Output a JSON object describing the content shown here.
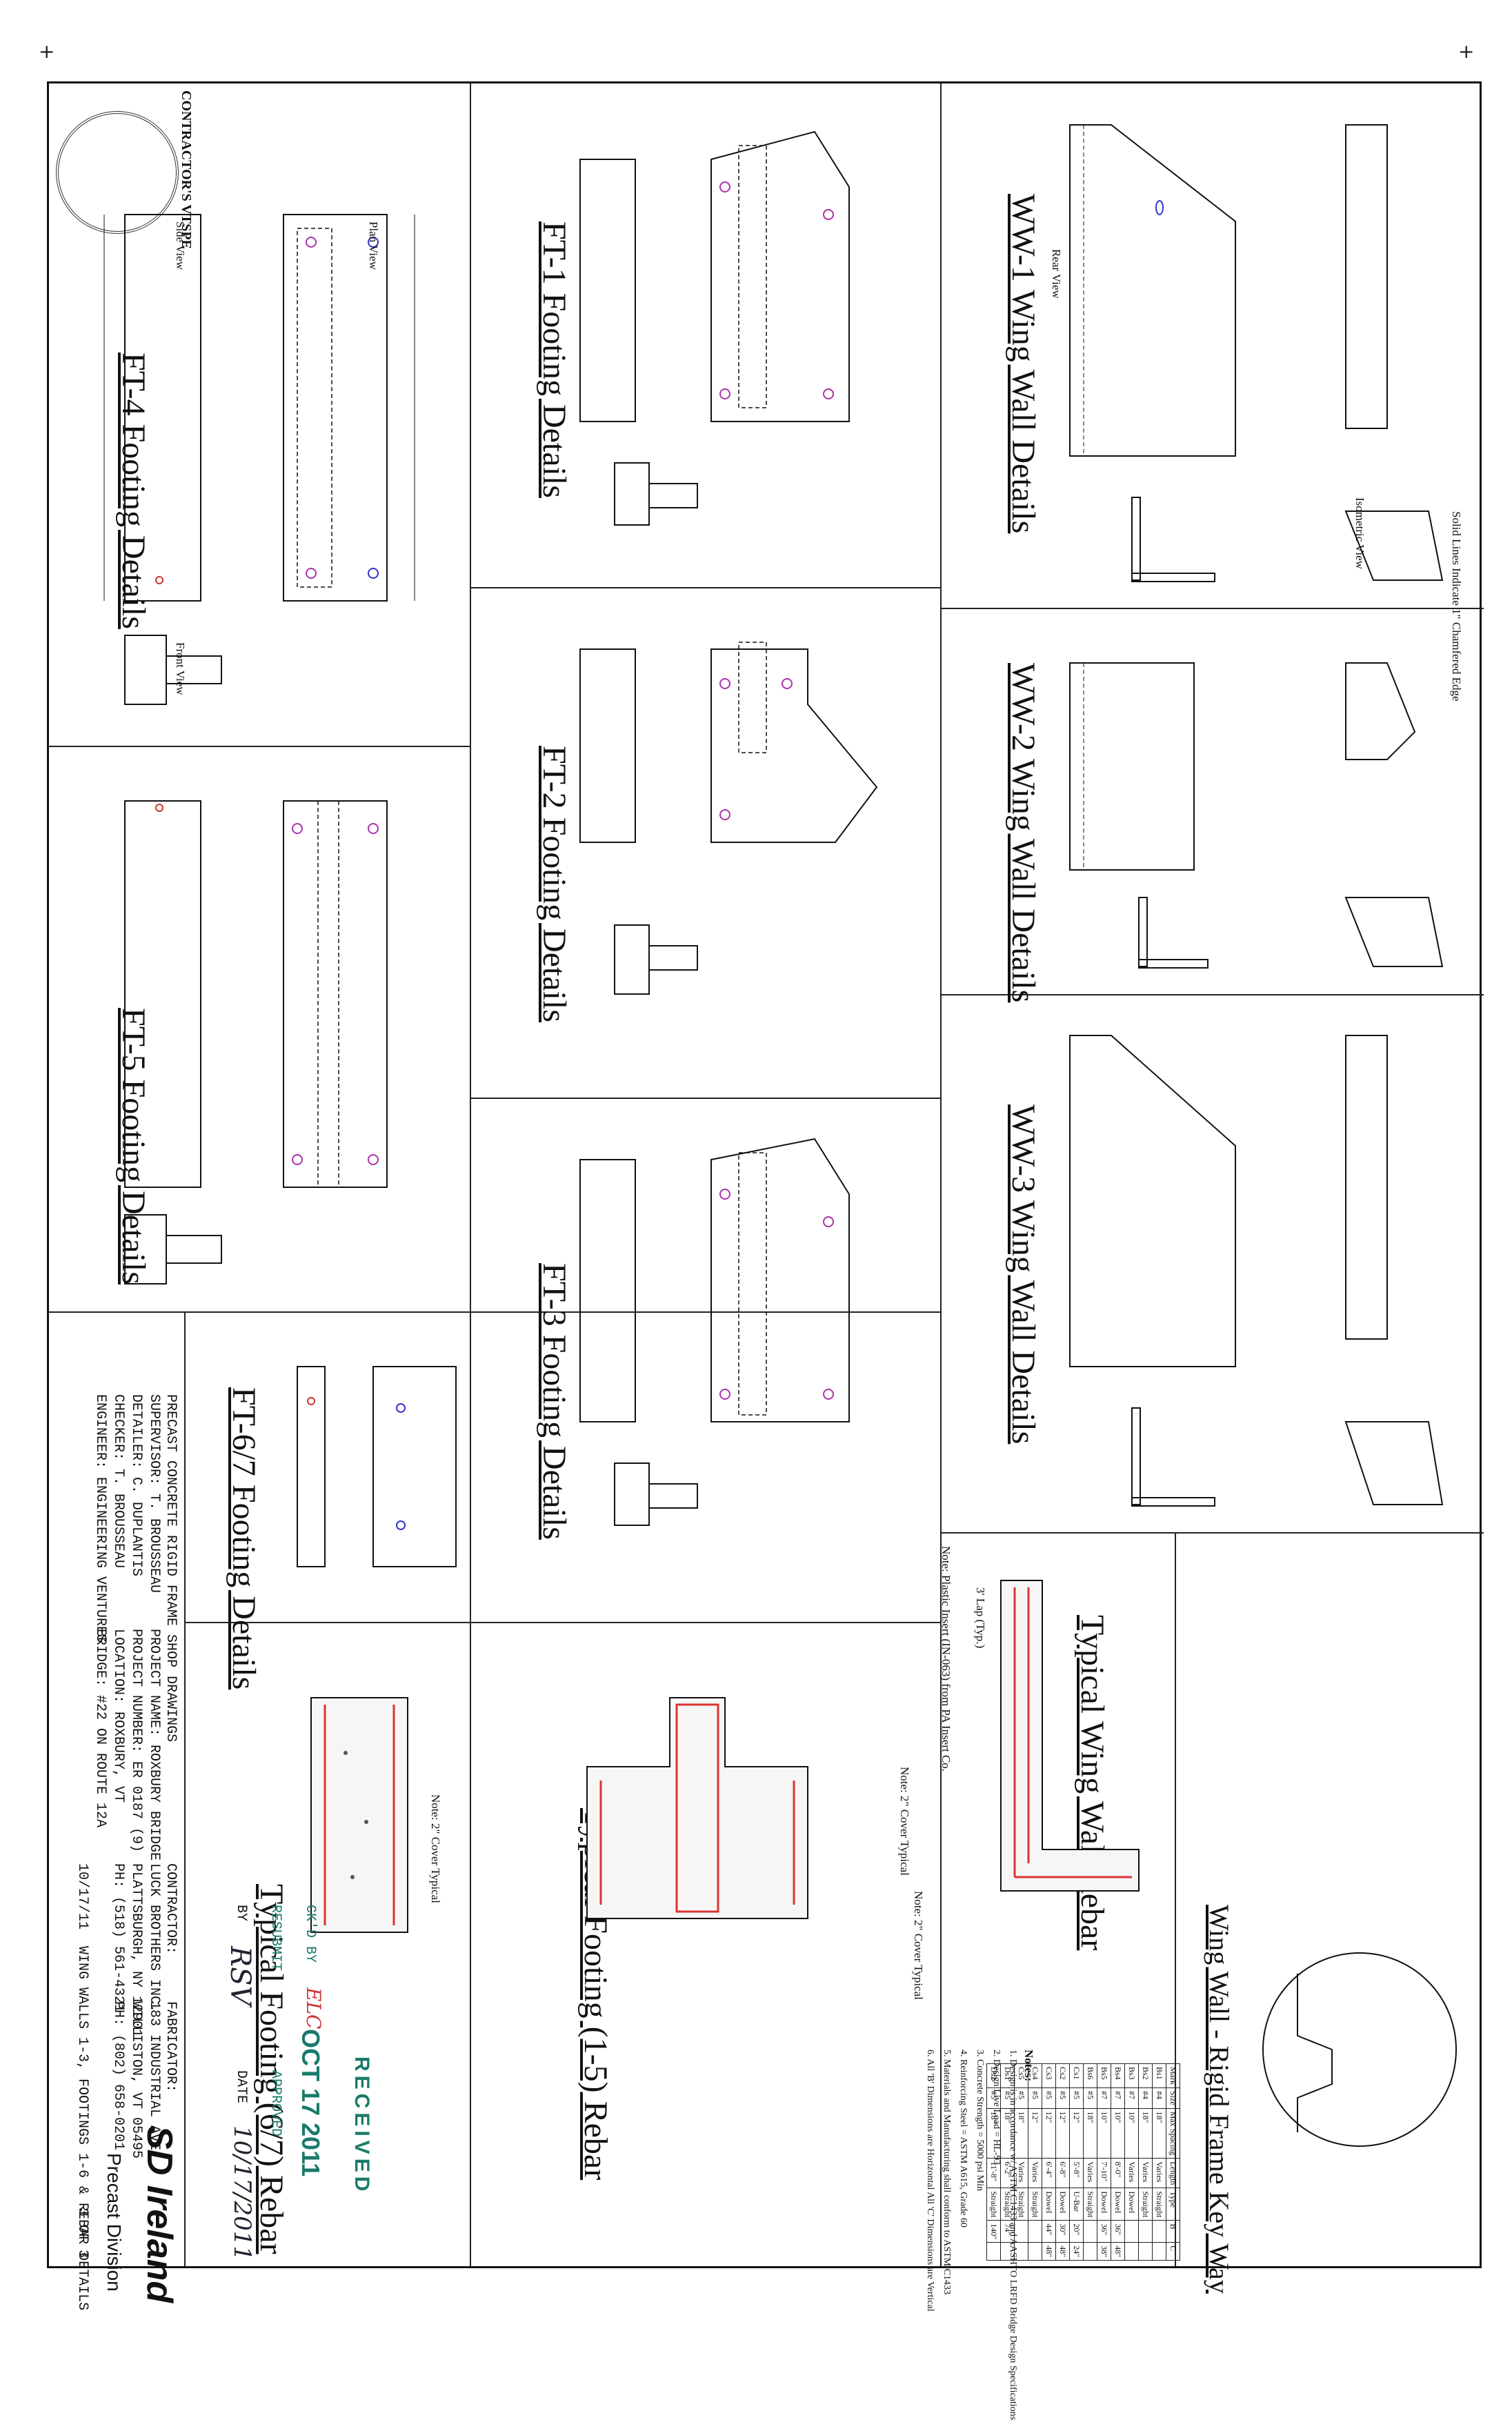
{
  "contractor_stamp": "CONTRACTOR'S VTSPE",
  "titles": {
    "ft4": "FT-4 Footing Details",
    "ft5": "FT-5 Footing Details",
    "ft1": "FT-1 Footing Details",
    "ft2": "FT-2 Footing Details",
    "ft3": "FT-3 Footing Details",
    "ft67": "FT-6/7 Footing Details",
    "ft67_rebar": "Typical Footing (6/7) Rebar",
    "ft15_rebar": "Typical Footing (1-5) Rebar",
    "ww1": "WW-1 Wing Wall Details",
    "ww2": "WW-2 Wing Wall Details",
    "ww3": "WW-3 Wing Wall Details",
    "ww_rebar": "Typical Wing Wall Rebar",
    "keyway": "Wing Wall - Rigid Frame Key Way"
  },
  "notes": {
    "plastic_inserts": "Note: Plastic Insert (IN-063) from PA Insert Co.",
    "cover_typical": "Note: 2\" Cover Typical",
    "lap": "3' Lap (Typ.)",
    "solid_lines": "Solid Lines Indicate 1\" Chamfered Edge",
    "notes_header": "Notes:",
    "notes_list": [
      "1. Design is in accordance w/ ASTM C1433 and AASHTO LRFD Bridge Design Specifications",
      "2. Design Live Load = HL-93",
      "3. Concrete Strength = 5000 psi Min",
      "4. Reinforcing Steel = ASTM A615, Grade 60",
      "5. Materials and Manufacturing shall conform to ASTM C1433",
      "6. All 'B' Dimensions are Horizontal All 'C' Dimensions are Vertical"
    ]
  },
  "rebar_table": {
    "headers": [
      "Mark",
      "Size",
      "Max Spacing",
      "Length",
      "Type",
      "B",
      "C"
    ],
    "rows": [
      [
        "Bs1",
        "#4",
        "18\"",
        "Varies",
        "Straight",
        "",
        ""
      ],
      [
        "Bs2",
        "#4",
        "18\"",
        "Varies",
        "Straight",
        "",
        ""
      ],
      [
        "Bs3",
        "#7",
        "10\"",
        "Varies",
        "Dowel",
        "",
        ""
      ],
      [
        "Bs4",
        "#7",
        "10\"",
        "8'-0\"",
        "Dowel",
        "36\"",
        "48\""
      ],
      [
        "Bs5",
        "#7",
        "10\"",
        "7'-10\"",
        "Dowel",
        "36\"",
        "38\""
      ],
      [
        "Bs6",
        "#5",
        "18\"",
        "Varies",
        "Straight",
        "",
        ""
      ],
      [
        "Cs1",
        "#5",
        "12\"",
        "5'-8\"",
        "U-Bar",
        "20\"",
        "24\""
      ],
      [
        "Cs2",
        "#5",
        "12\"",
        "6'-8\"",
        "Dowel",
        "30\"",
        "48\""
      ],
      [
        "Cs3",
        "#5",
        "12\"",
        "6'-4\"",
        "Dowel",
        "44\"",
        "48\""
      ],
      [
        "Cs4",
        "#5",
        "12\"",
        "Varies",
        "Straight",
        "",
        ""
      ],
      [
        "Cs5",
        "#5",
        "18\"",
        "Varies",
        "Straight",
        "",
        ""
      ],
      [
        "Ds1",
        "#5",
        "18\"",
        "6'-2\"",
        "Straight",
        "74\"",
        ""
      ],
      [
        "Ds2",
        "#5",
        "18\"",
        "11'-8\"",
        "Straight",
        "140\"",
        ""
      ]
    ]
  },
  "title_block": {
    "heading": "PRECAST CONCRETE RIGID FRAME SHOP DRAWINGS",
    "supervisor": "SUPERVISOR: T. BROUSSEAU",
    "detailer": "DETAILER: C. DUPLANTIS",
    "checker": "CHECKER: T. BROUSSEAU",
    "engineer": "ENGINEER: ENGINEERING VENTURES",
    "project_name": "PROJECT NAME: ROXBURY BRIDGE",
    "project_number": "PROJECT NUMBER: ER 0187 (9)",
    "location": "LOCATION: ROXBURY, VT",
    "bridge": "BRIDGE: #22 ON ROUTE 12A",
    "contractor_label": "CONTRACTOR:",
    "contractor_name": "LUCK BROTHERS INC.",
    "contractor_city": "PLATTSBURGH, NY 12901",
    "contractor_phone": "PH: (518) 561-4321",
    "fabricator_label": "FABRICATOR:",
    "fabricator_addr": "183 INDUSTRIAL AVE.",
    "fabricator_city": "WILLISTON, VT 05495",
    "fabricator_phone": "PH: (802) 658-0201",
    "date": "10/17/11",
    "sheet_title": "WING WALLS 1-3, FOOTINGS 1-6 & REBAR DETAILS",
    "sheet_number": "3 OF 3",
    "logo": "SD Ireland",
    "logo_sub": "Precast Division"
  },
  "review_stamp": {
    "received": "RECEIVED",
    "date": "OCT 17 2011",
    "resubmit": "RESUBMIT",
    "approved": "APPROVED",
    "ckd_by_label": "CK'D BY",
    "ckd_by_value": "ELC",
    "by_label": "BY",
    "by_value": "RSV",
    "date_label": "DATE",
    "date_value": "10/17/2011"
  },
  "view_labels": [
    "Side View",
    "Plan View",
    "Front View",
    "Rear View",
    "Isometric View"
  ]
}
